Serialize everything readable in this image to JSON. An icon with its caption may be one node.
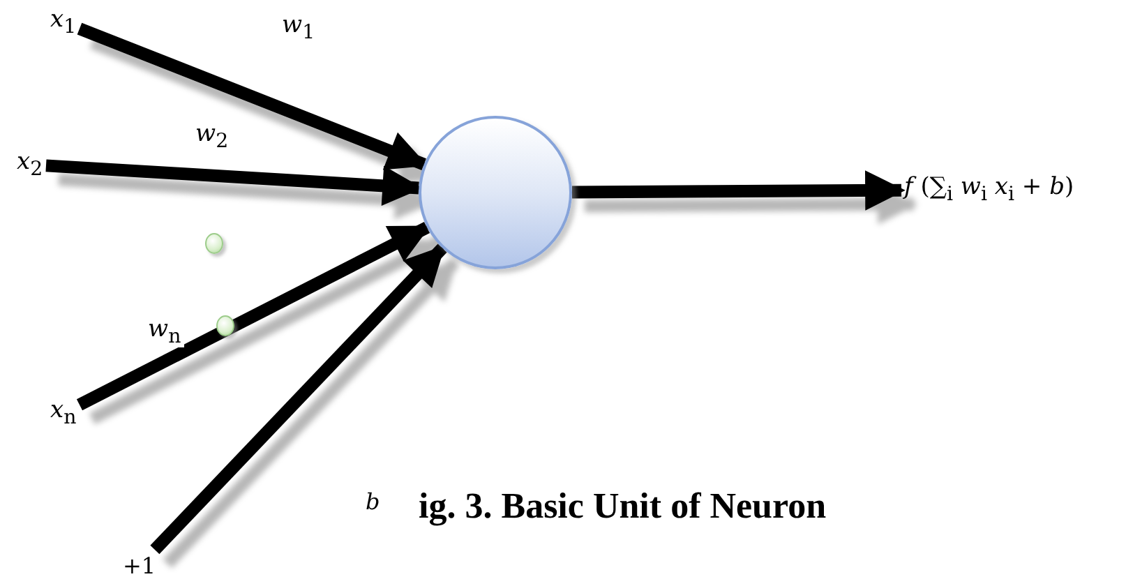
{
  "diagram": {
    "caption": "ig. 3. Basic Unit of Neuron",
    "nodes": [
      {
        "text": [
          "*x*$_{1}$"
        ]
      },
      {
        "text": [
          "*x*$_{2}$"
        ]
      },
      {
        "text": [
          "*x*$_{n}$"
        ]
      },
      {
        "text": [
          "+1"
        ]
      },
      {
        "text": [],
        "shape": "circle"
      },
      {
        "text": [
          "*f* (∑$_{i}$ *w*$_{i}$ *x*$_{i}$ + *b*)"
        ]
      }
    ],
    "edges": [
      {
        "from": 0,
        "to": 4,
        "arrow": "to",
        "label": "*w*$_{1}$"
      },
      {
        "from": 1,
        "to": 4,
        "arrow": "to",
        "label": "*w*$_{2}$"
      },
      {
        "from": 2,
        "to": 4,
        "arrow": "to",
        "label": "*w*$_{n}$"
      },
      {
        "from": 3,
        "to": 4,
        "arrow": "to"
      },
      {
        "from": 4,
        "to": 5,
        "arrow": "to"
      }
    ],
    "labels": [
      "*b*"
    ]
  }
}
